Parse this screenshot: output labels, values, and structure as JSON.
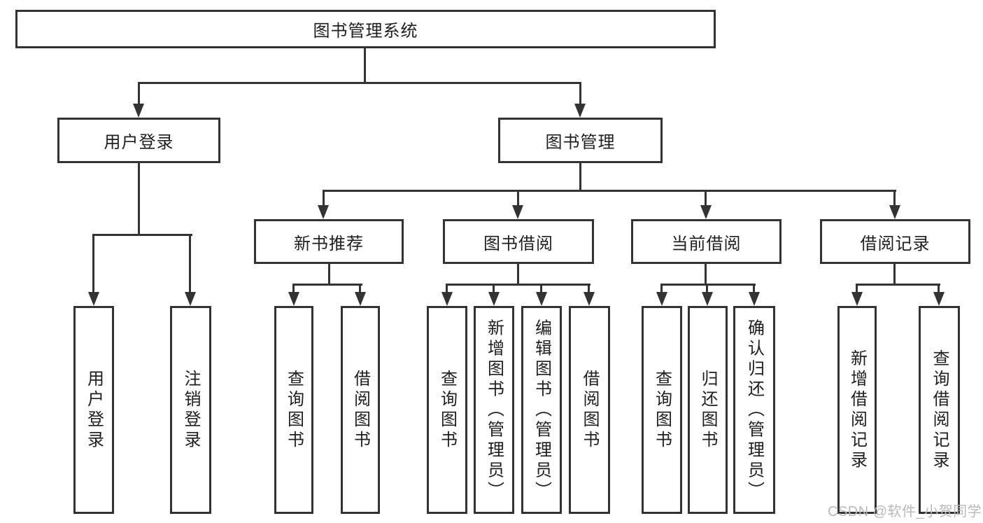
{
  "tree": {
    "root": {
      "label": "图书管理系统"
    },
    "branches": [
      {
        "label": "用户登录",
        "children": [
          {
            "label": "用户登录"
          },
          {
            "label": "注销登录"
          }
        ]
      },
      {
        "label": "图书管理",
        "children": [
          {
            "label": "新书推荐",
            "children": [
              {
                "label": "查询图书"
              },
              {
                "label": "借阅图书"
              }
            ]
          },
          {
            "label": "图书借阅",
            "children": [
              {
                "label": "查询图书"
              },
              {
                "label": "新增图书（管理员）"
              },
              {
                "label": "编辑图书（管理员）"
              },
              {
                "label": "借阅图书"
              }
            ]
          },
          {
            "label": "当前借阅",
            "children": [
              {
                "label": "查询图书"
              },
              {
                "label": "归还图书"
              },
              {
                "label": "确认归还（管理员）"
              }
            ]
          },
          {
            "label": "借阅记录",
            "children": [
              {
                "label": "新增借阅记录"
              },
              {
                "label": "查询借阅记录"
              }
            ]
          }
        ]
      }
    ]
  },
  "watermark": {
    "text": "CSDN @软件_小贺同学"
  },
  "colors": {
    "line": "#333333",
    "text": "#1e1e1e",
    "background": "#ffffff",
    "watermark": "#b9b9b9"
  }
}
